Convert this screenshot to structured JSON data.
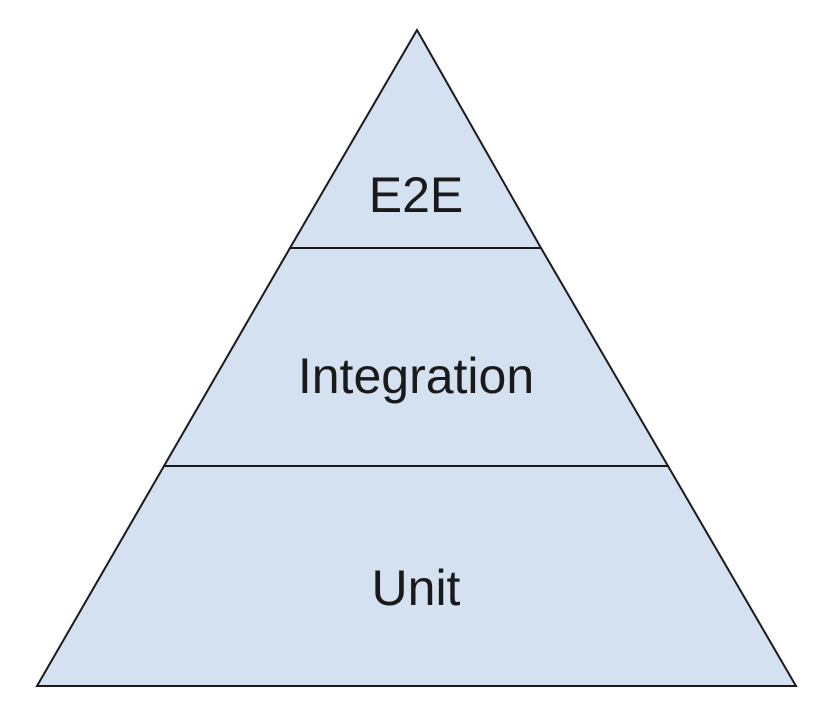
{
  "pyramid": {
    "fill_color": "#d4e1f1",
    "stroke_color": "#1a1a1a",
    "text_color": "#1a1a1a",
    "tiers": [
      {
        "label": "E2E"
      },
      {
        "label": "Integration"
      },
      {
        "label": "Unit"
      }
    ]
  }
}
